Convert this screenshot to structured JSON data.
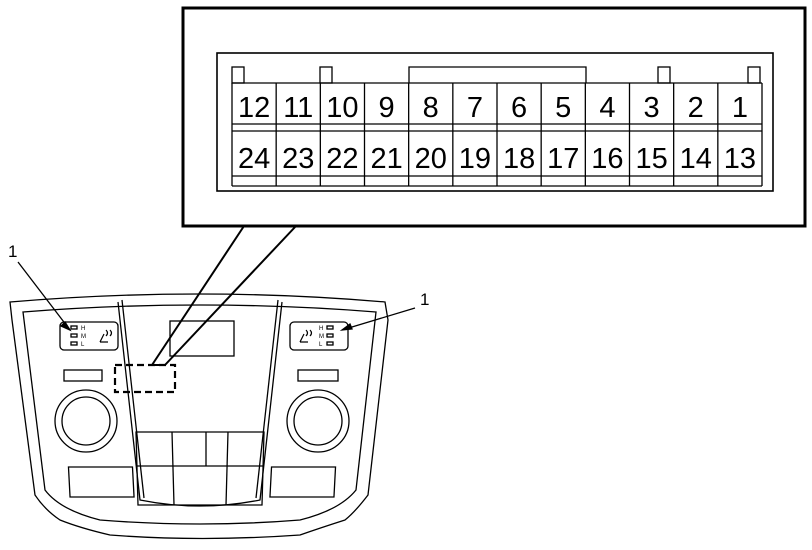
{
  "connector": {
    "top_row": [
      "12",
      "11",
      "10",
      "9",
      "8",
      "7",
      "6",
      "5",
      "4",
      "3",
      "2",
      "1"
    ],
    "bottom_row": [
      "24",
      "23",
      "22",
      "21",
      "20",
      "19",
      "18",
      "17",
      "16",
      "15",
      "14",
      "13"
    ]
  },
  "callouts": {
    "left": "1",
    "right": "1"
  },
  "switch_labels": {
    "left": [
      "H",
      "M",
      "L"
    ],
    "right": [
      "H",
      "M",
      "L"
    ]
  }
}
